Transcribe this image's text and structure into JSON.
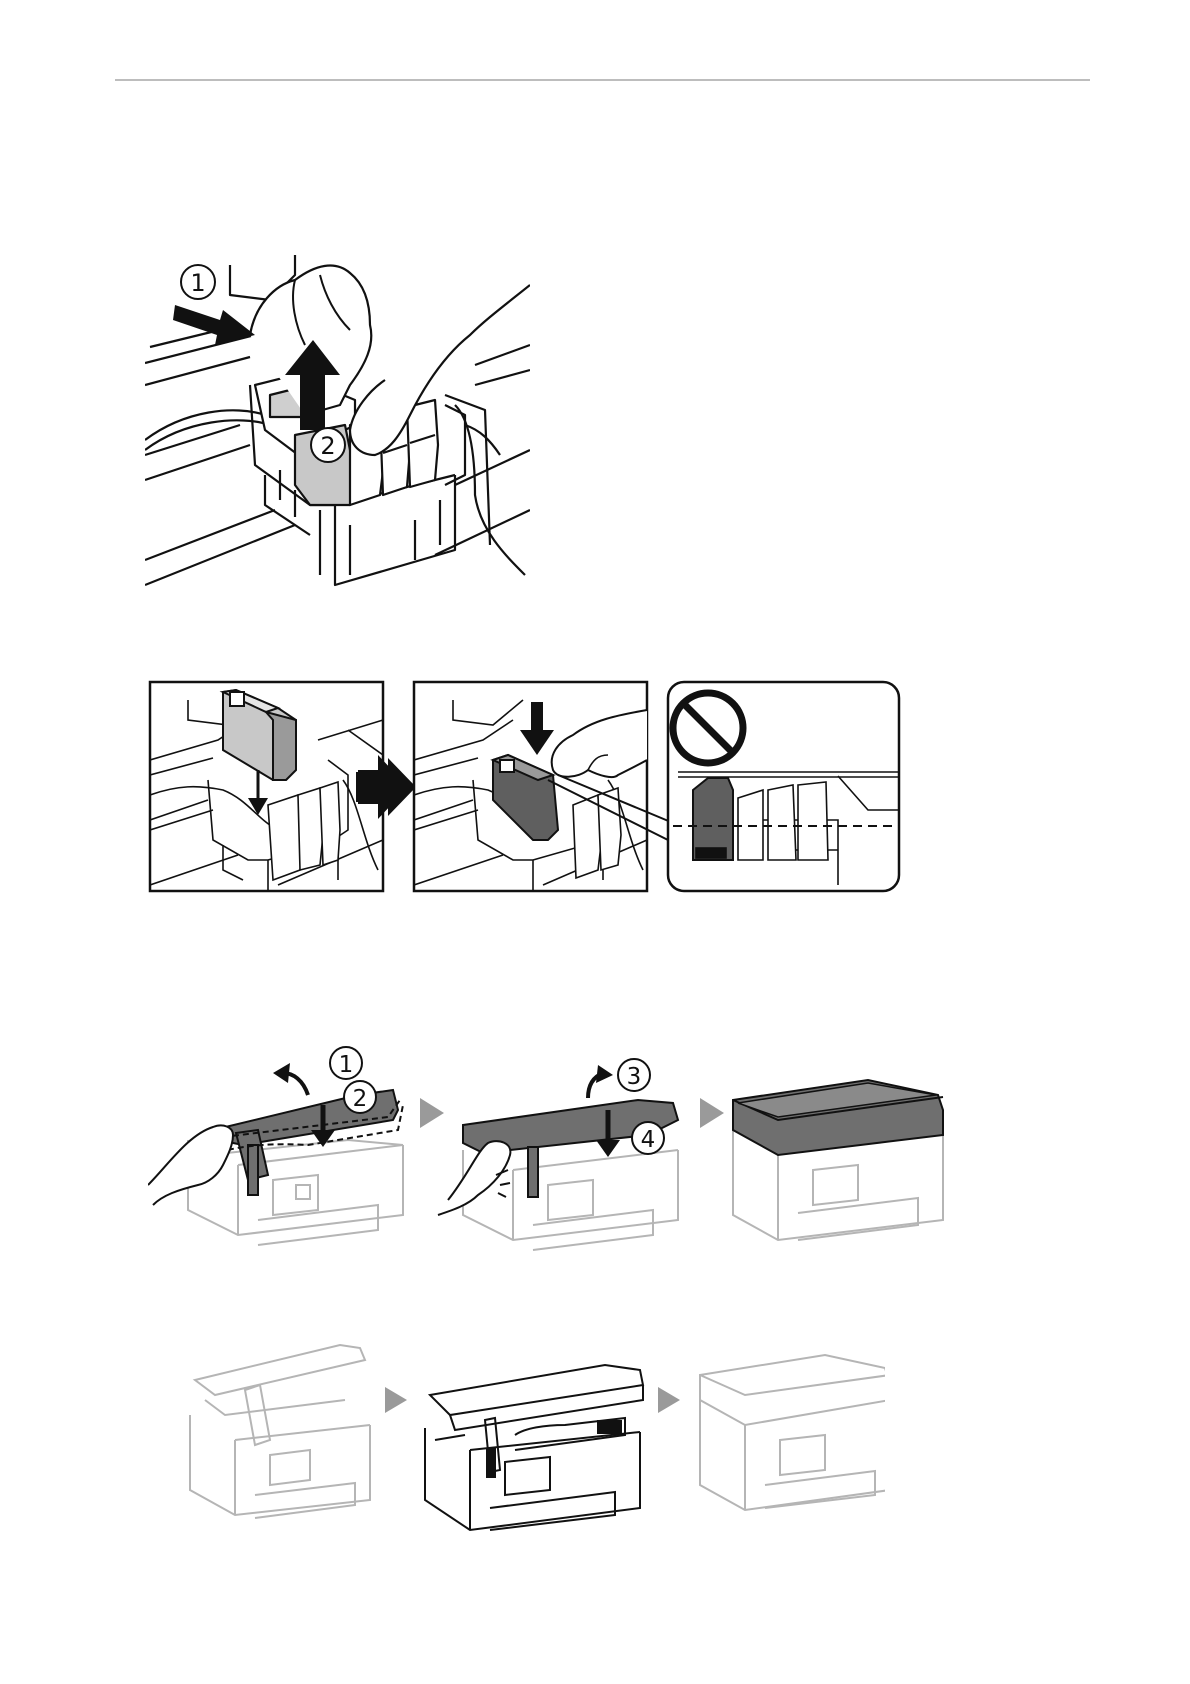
{
  "page": {
    "background": "#ffffff",
    "rule_color": "#bdbdbd"
  },
  "colors": {
    "ink": "#111111",
    "cartridge_gray": "#c8c8c8",
    "dark_gray": "#5f5f5f",
    "lid_gray": "#6f6f6f",
    "faded_line": "#b5b5b5",
    "arrow_gray": "#9a9a9a"
  },
  "figure1": {
    "step_labels": [
      "①",
      "②"
    ],
    "icons": [
      "press-arrow-icon",
      "lift-arrow-icon"
    ]
  },
  "figure2": {
    "icons": [
      "insert-down-arrow-icon",
      "next-arrow-icon",
      "press-down-arrow-icon",
      "prohibited-icon"
    ]
  },
  "figure3": {
    "step_labels": [
      "①",
      "②",
      "③",
      "④"
    ],
    "icons": [
      "next-triangle-icon",
      "next-triangle-icon"
    ]
  },
  "figure4": {
    "icons": [
      "next-triangle-icon",
      "next-triangle-icon"
    ]
  }
}
